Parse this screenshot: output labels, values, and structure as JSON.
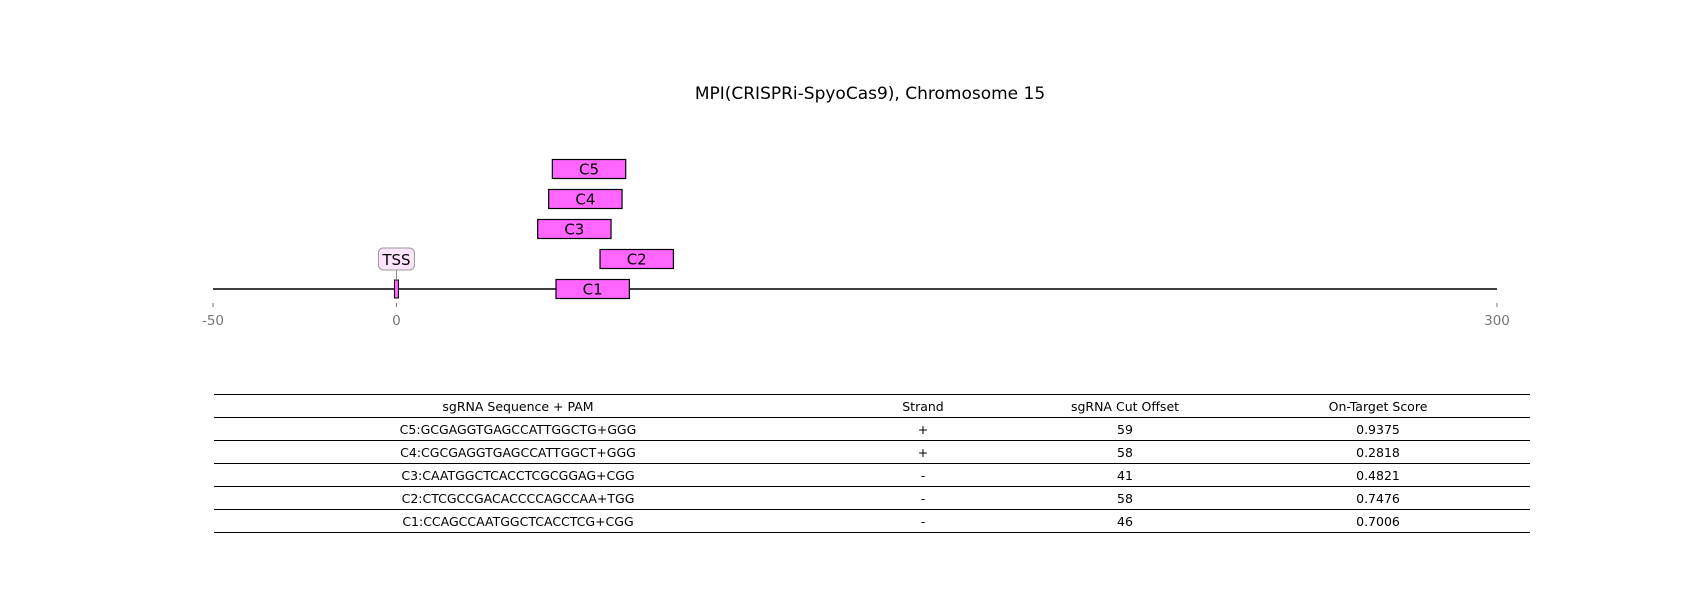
{
  "chart_data": {
    "type": "gene-track",
    "title": "MPI(CRISPRi-SpyoCas9), Chromosome 15",
    "xlim": [
      -50,
      300
    ],
    "xticks": [
      -50,
      0,
      300
    ],
    "tss": {
      "label": "TSS",
      "position": 0
    },
    "guides": [
      {
        "label": "C1",
        "start": 43.5,
        "end": 63.5,
        "row": 0
      },
      {
        "label": "C2",
        "start": 55.5,
        "end": 75.5,
        "row": 1
      },
      {
        "label": "C3",
        "start": 38.5,
        "end": 58.5,
        "row": 2
      },
      {
        "label": "C4",
        "start": 41.5,
        "end": 61.5,
        "row": 3
      },
      {
        "label": "C5",
        "start": 42.5,
        "end": 62.5,
        "row": 4
      }
    ],
    "colors": {
      "guide_fill": "#ff66ff",
      "tss_fill": "#fce4fc",
      "axis": "#000000",
      "tick": "#777777"
    }
  },
  "table": {
    "headers": [
      "sgRNA Sequence + PAM",
      "Strand",
      "sgRNA Cut Offset",
      "On-Target Score"
    ],
    "rows": [
      [
        "C5:GCGAGGTGAGCCATTGGCTG+GGG",
        "+",
        "59",
        "0.9375"
      ],
      [
        "C4:CGCGAGGTGAGCCATTGGCT+GGG",
        "+",
        "58",
        "0.2818"
      ],
      [
        "C3:CAATGGCTCACCTCGCGGAG+CGG",
        "-",
        "41",
        "0.4821"
      ],
      [
        "C2:CTCGCCGACACCCCAGCCAA+TGG",
        "-",
        "58",
        "0.7476"
      ],
      [
        "C1:CCAGCCAATGGCTCACCTCG+CGG",
        "-",
        "46",
        "0.7006"
      ]
    ]
  }
}
